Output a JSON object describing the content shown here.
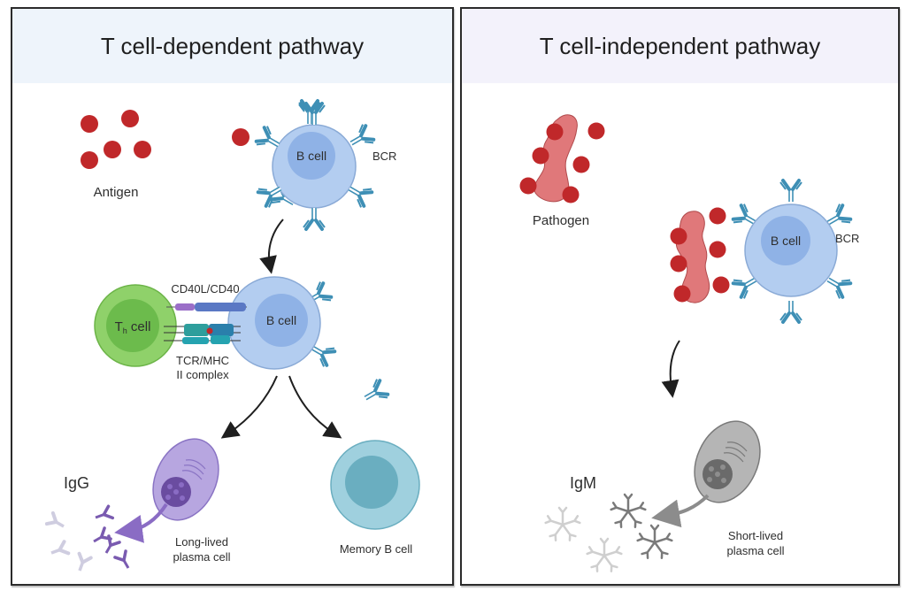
{
  "panels": {
    "left": {
      "title": "T cell-dependent pathway",
      "labels": {
        "antigen": "Antigen",
        "b_cell": "B cell",
        "bcr": "BCR",
        "cd40": "CD40L/CD40",
        "th_cell_main": "T",
        "th_cell_sub": "h",
        "th_cell_suffix": " cell",
        "b_cell_2": "B cell",
        "tcr_line1": "TCR/MHC",
        "tcr_line2": "II complex",
        "igg": "IgG",
        "plasma_line1": "Long-lived",
        "plasma_line2": "plasma cell",
        "memory": "Memory B cell"
      }
    },
    "right": {
      "title": "T cell-independent pathway",
      "labels": {
        "pathogen": "Pathogen",
        "b_cell": "B cell",
        "bcr": "BCR",
        "igm": "IgM",
        "plasma_line1": "Short-lived",
        "plasma_line2": "plasma cell"
      }
    }
  },
  "colors": {
    "antigen_red": "#c0282a",
    "pathogen_pink": "#e0787a",
    "b_cell_outer": "#b3cdf0",
    "b_cell_inner": "#8fb2e6",
    "bcr_blue": "#3e8fb5",
    "th_outer": "#8fd16a",
    "th_inner": "#6cbb4c",
    "plasma_purple": "#b7a6e0",
    "plasma_nucleus": "#6a4ca0",
    "igg_purple": "#7a5bb0",
    "memory_outer": "#9fd0de",
    "memory_inner": "#6aaec0",
    "gray_plasma": "#9a9a9a"
  }
}
